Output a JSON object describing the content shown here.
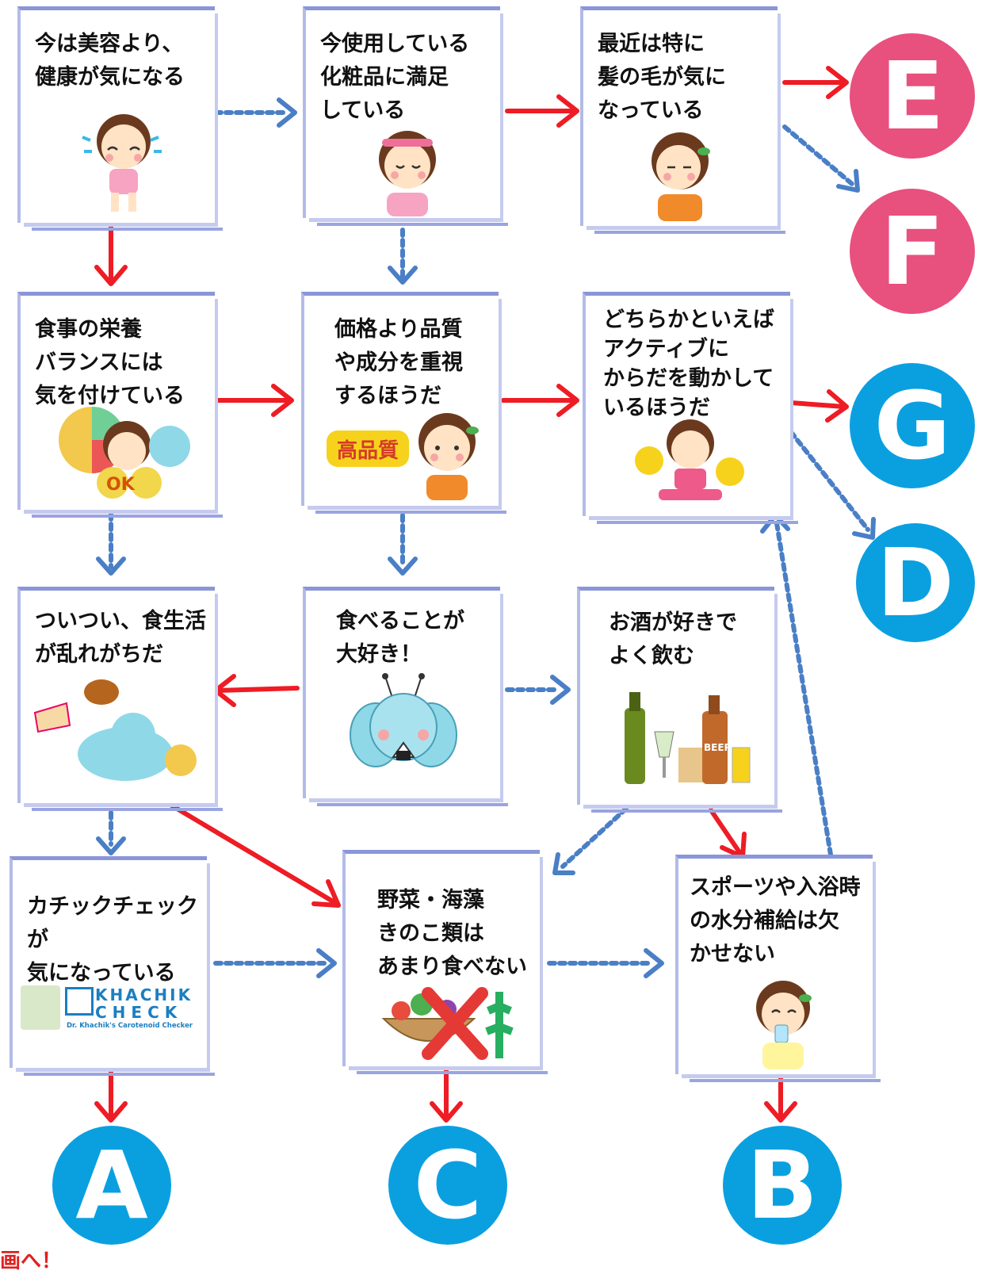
{
  "colors": {
    "yes_arrow": "#ee1c24",
    "no_arrow": "#4a7fc6",
    "pink_badge": "#e8507e",
    "blue_badge": "#0aa0e0"
  },
  "questions": {
    "q1": "今は美容より、\n健康が気になる",
    "q2": "今使用している\n化粧品に満足\nしている",
    "q3": "最近は特に\n髪の毛が気に\nなっている",
    "q4": "食事の栄養\nバランスには\n気を付けている",
    "q5": "価格より品質\nや成分を重視\nするほうだ",
    "q6": "どちらかといえば\nアクティブに\nからだを動かして\nいるほうだ",
    "q7": "ついつい、食生活\nが乱れがちだ",
    "q8": "食べることが\n大好き！",
    "q9": "お酒が好きで\nよく飲む",
    "q10": "カチックチェックが\n気になっている",
    "q11": "野菜・海藻\nきのこ類は\nあまり食べない",
    "q12": "スポーツや入浴時\nの水分補給は欠\nかせない"
  },
  "illustrations": {
    "quality_label": "高品質",
    "ok_label": "OK",
    "beer_label": "BEER",
    "khachik_line1": "KHACHIK",
    "khachik_line2": "CHECK",
    "khachik_sub": "Dr. Khachik's Carotenoid Checker"
  },
  "results": {
    "A": "A",
    "B": "B",
    "C": "C",
    "D": "D",
    "E": "E",
    "F": "F",
    "G": "G"
  },
  "footer_text": "画へ！"
}
